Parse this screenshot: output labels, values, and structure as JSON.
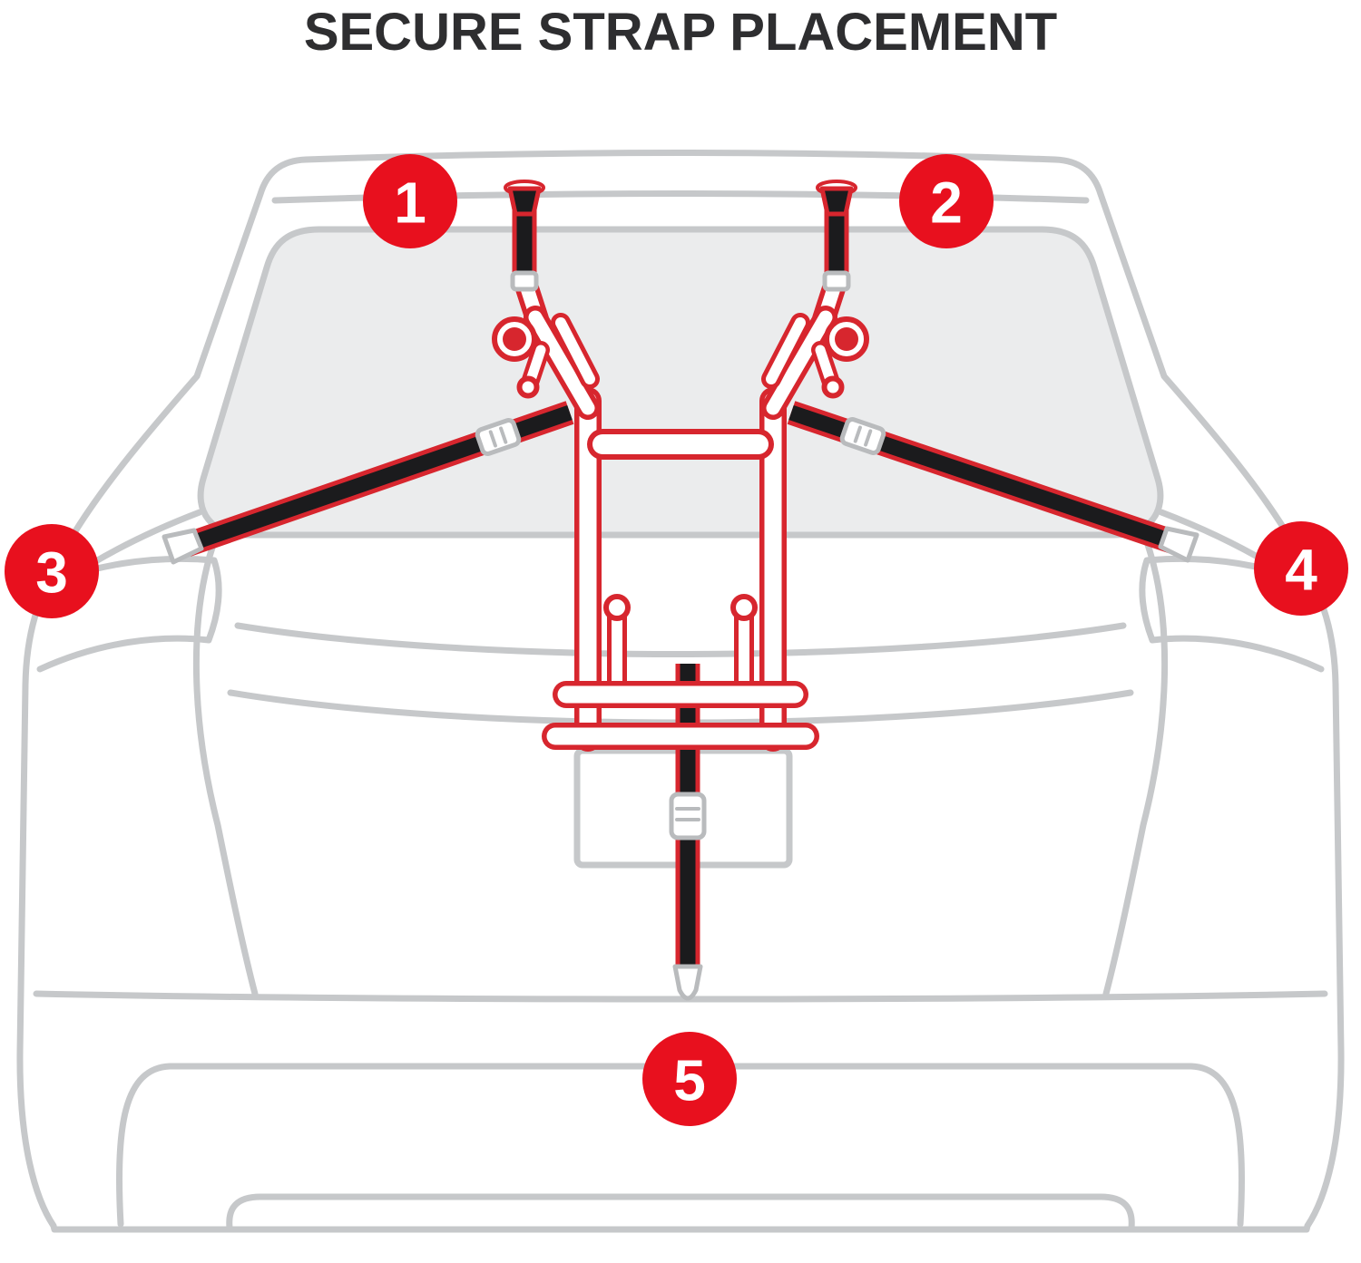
{
  "title": "SECURE STRAP PLACEMENT",
  "colors": {
    "badge_red": "#e8101e",
    "rack_red": "#d7262e",
    "strap_black": "#1b1b1d",
    "car_gray": "#c6c8ca",
    "window_gray": "#ebeced",
    "title_color": "#2e2e30",
    "hardware_gray": "#b9bbbd"
  },
  "callouts": [
    {
      "label": "1"
    },
    {
      "label": "2"
    },
    {
      "label": "3"
    },
    {
      "label": "4"
    },
    {
      "label": "5"
    }
  ]
}
